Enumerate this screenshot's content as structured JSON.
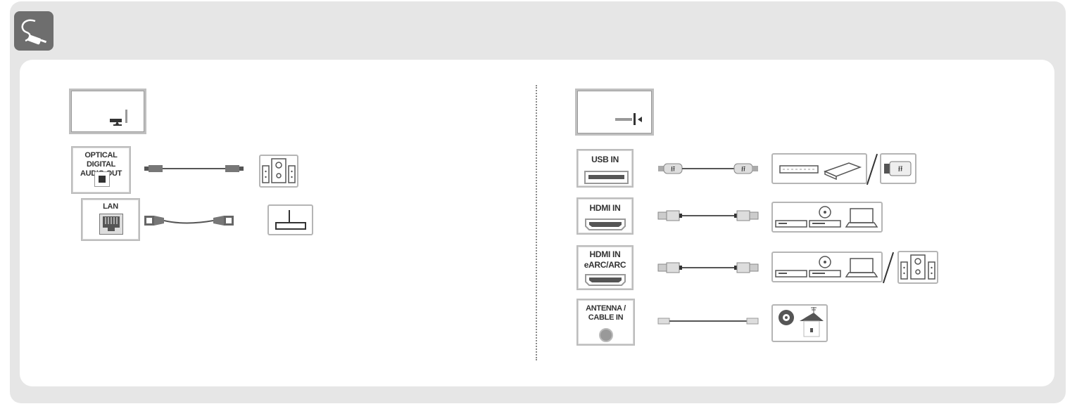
{
  "ports_left": [
    {
      "id": "optical",
      "lines": [
        "OPTICAL DIGITAL",
        "AUDIO OUT"
      ]
    },
    {
      "id": "lan",
      "lines": [
        "LAN"
      ]
    }
  ],
  "ports_right": [
    {
      "id": "usb",
      "lines": [
        "USB IN"
      ]
    },
    {
      "id": "hdmi",
      "lines": [
        "HDMI IN"
      ]
    },
    {
      "id": "hdmi_earc",
      "lines": [
        "HDMI IN",
        "eARC/ARC"
      ]
    },
    {
      "id": "antenna",
      "lines": [
        "ANTENNA /",
        "CABLE IN"
      ]
    }
  ],
  "colors": {
    "panel": "#e6e6e6",
    "icon_bg": "#6e6e6e",
    "line": "#555555",
    "border": "#b5b5b5"
  },
  "icons": [
    "cable-icon",
    "tv-outline-icon",
    "speaker-icon",
    "router-icon",
    "usb-icon",
    "hdmi-icon",
    "antenna-icon"
  ]
}
